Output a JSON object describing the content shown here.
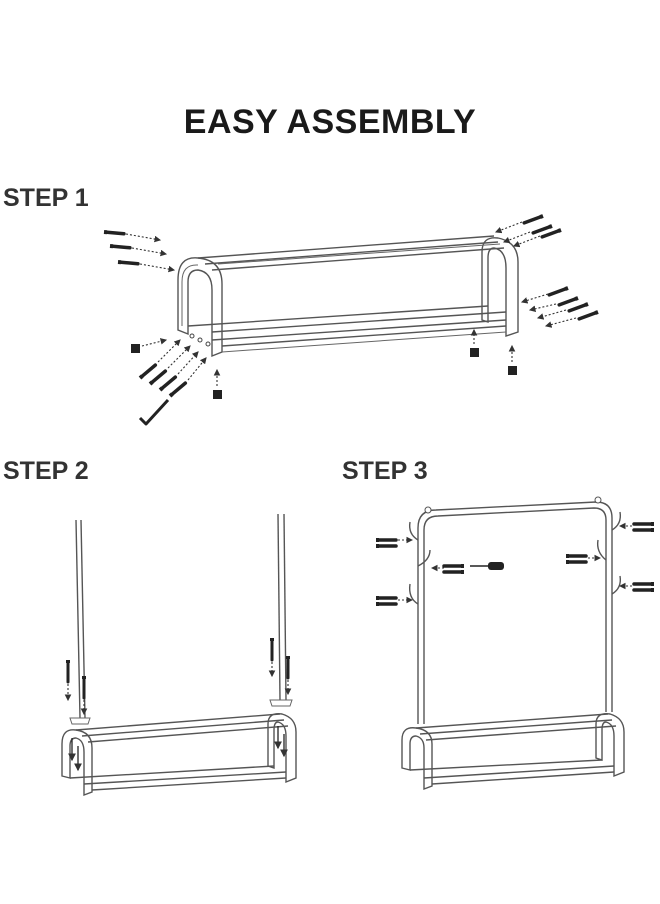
{
  "title": "EASY ASSEMBLY",
  "steps": [
    {
      "label": "STEP 1"
    },
    {
      "label": "STEP 2"
    },
    {
      "label": "STEP 3"
    }
  ]
}
